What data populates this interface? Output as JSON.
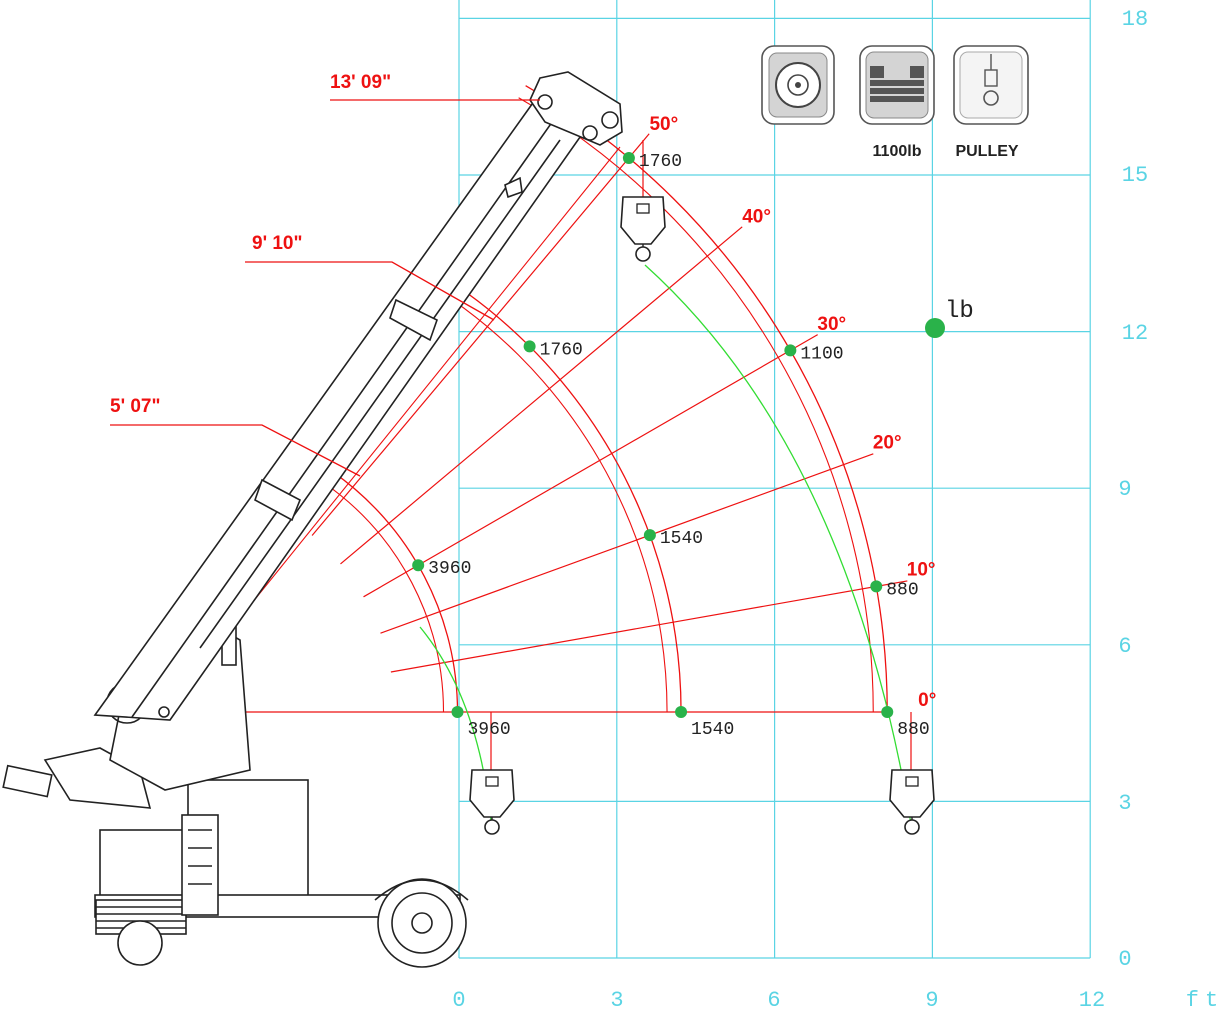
{
  "grid": {
    "x_ticks": [
      "0",
      "3",
      "6",
      "9",
      "12"
    ],
    "y_ticks": [
      "0",
      "3",
      "6",
      "9",
      "12",
      "15",
      "18"
    ],
    "x_unit": "ft",
    "y_unit_marker": "lb"
  },
  "reach_labels": [
    {
      "text": "13' 09\"",
      "length_ft": 13.75
    },
    {
      "text": "9' 10\"",
      "length_ft": 9.83
    },
    {
      "text": "5' 07\"",
      "length_ft": 5.58
    }
  ],
  "angles": [
    {
      "text": "0°",
      "deg": 0
    },
    {
      "text": "10°",
      "deg": 10
    },
    {
      "text": "20°",
      "deg": 20
    },
    {
      "text": "30°",
      "deg": 30
    },
    {
      "text": "40°",
      "deg": 40
    },
    {
      "text": "50°",
      "deg": 50
    }
  ],
  "capacity_points": [
    {
      "text": "3960",
      "radius_ft": 5.58,
      "deg": 0
    },
    {
      "text": "3960",
      "radius_ft": 5.58,
      "deg": 30
    },
    {
      "text": "1540",
      "radius_ft": 9.83,
      "deg": 0
    },
    {
      "text": "1540",
      "radius_ft": 9.83,
      "deg": 20
    },
    {
      "text": "1760",
      "radius_ft": 9.83,
      "deg": 45
    },
    {
      "text": "880",
      "radius_ft": 13.75,
      "deg": 0
    },
    {
      "text": "880",
      "radius_ft": 13.75,
      "deg": 10
    },
    {
      "text": "1100",
      "radius_ft": 13.75,
      "deg": 30
    },
    {
      "text": "1760",
      "radius_ft": 13.75,
      "deg": 50
    }
  ],
  "icons": [
    {
      "name": "wheel-icon",
      "caption": ""
    },
    {
      "name": "counterweight-icon",
      "caption": "1100lb"
    },
    {
      "name": "pulley-icon",
      "caption": "PULLEY"
    }
  ],
  "colors": {
    "grid": "#5ad4e4",
    "arcs": "#ee1111",
    "points": "#2ab24a",
    "hook_path": "#33dd33",
    "crane": "#222222"
  }
}
